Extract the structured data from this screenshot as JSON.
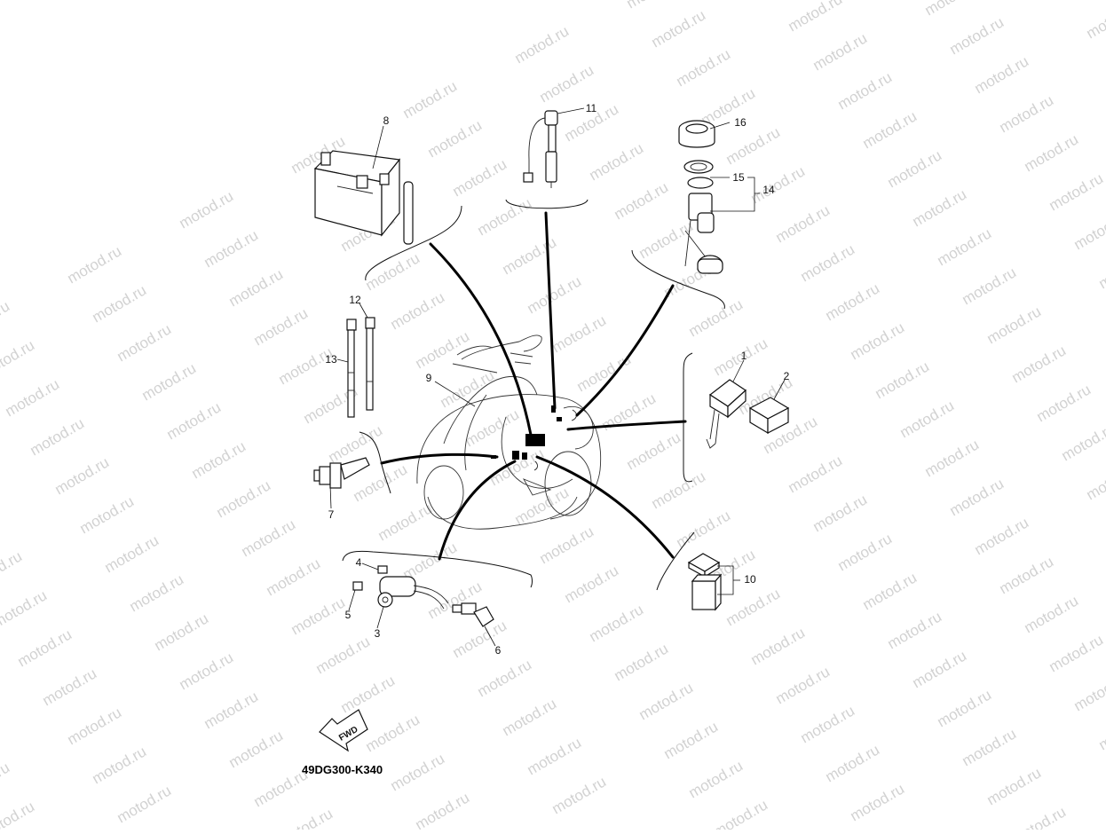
{
  "diagram": {
    "drawing_code": "49DG300-K340",
    "direction_label": "FWD",
    "watermark_text": "motod.ru",
    "callouts": [
      "1",
      "2",
      "3",
      "4",
      "5",
      "6",
      "7",
      "8",
      "9",
      "10",
      "11",
      "12",
      "13",
      "14",
      "15",
      "16"
    ]
  }
}
